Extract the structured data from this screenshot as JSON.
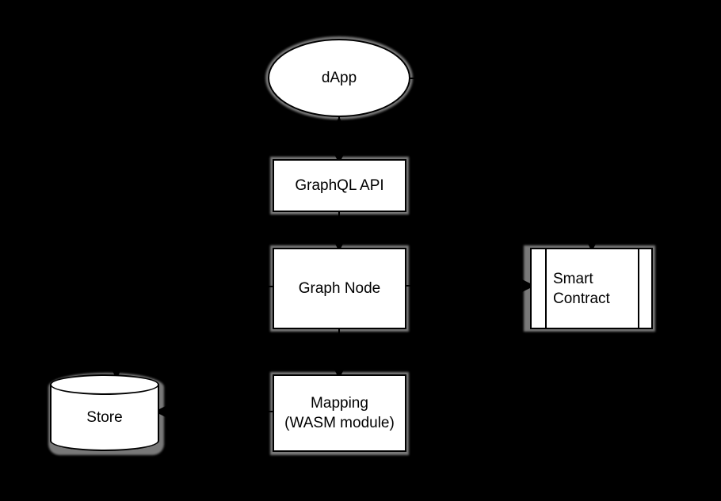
{
  "diagram": {
    "colors": {
      "background": "#000000",
      "node_fill": "#ffffff",
      "node_border": "#000000",
      "halo": "#8f8f8f",
      "text": "#000000"
    },
    "nodes": {
      "dapp": {
        "shape": "ellipse",
        "label": "dApp"
      },
      "graphql_api": {
        "shape": "rectangle",
        "label": "GraphQL API"
      },
      "graph_node": {
        "shape": "rectangle",
        "label": "Graph Node"
      },
      "smart_contract": {
        "shape": "process",
        "lines": [
          "Smart",
          "Contract"
        ]
      },
      "store": {
        "shape": "cylinder",
        "label": "Store"
      },
      "mapping": {
        "shape": "rectangle",
        "lines": [
          "Mapping",
          "(WASM module)"
        ]
      }
    },
    "edges": [
      {
        "from": "dapp",
        "to": "graphql_api"
      },
      {
        "from": "graphql_api",
        "to": "graph_node"
      },
      {
        "from": "graph_node",
        "to": "mapping"
      },
      {
        "from": "graph_node",
        "to": "smart_contract"
      },
      {
        "from": "dapp",
        "to": "smart_contract"
      },
      {
        "from": "graph_node",
        "to": "store"
      },
      {
        "from": "mapping",
        "to": "store"
      }
    ]
  }
}
